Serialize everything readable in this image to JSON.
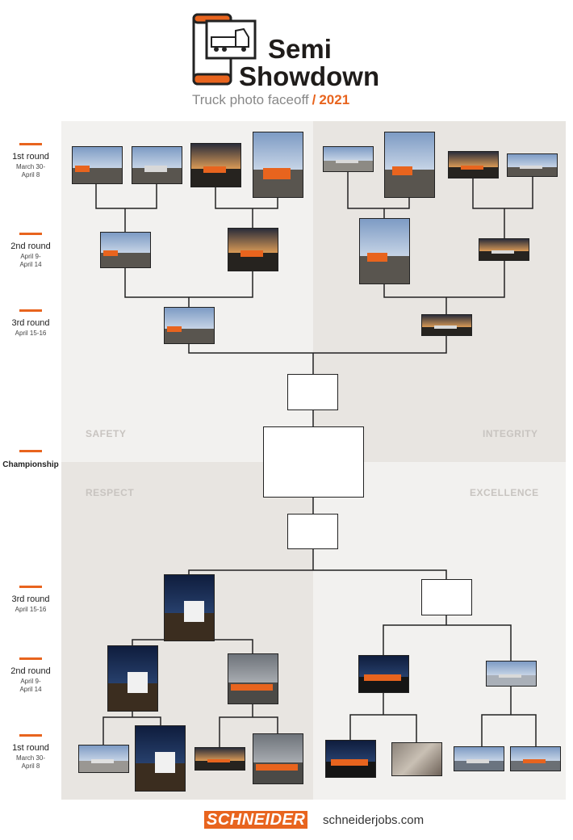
{
  "header": {
    "title_line1": "Semi",
    "title_line2": "Showdown",
    "tagline": "Truck photo faceoff",
    "separator": "/",
    "year": "2021",
    "icon": "phone-truck-icon"
  },
  "quadrants": {
    "top_left": "SAFETY",
    "top_right": "INTEGRITY",
    "bottom_left": "RESPECT",
    "bottom_right": "EXCELLENCE"
  },
  "rounds": {
    "r1_top": {
      "title": "1st round",
      "line1": "March 30-",
      "line2": "April 8"
    },
    "r2_top": {
      "title": "2nd round",
      "line1": "April 9-",
      "line2": "April 14"
    },
    "r3_top": {
      "title": "3rd round",
      "line1": "April 15-16"
    },
    "championship": {
      "title": "Championship"
    },
    "r3_bottom": {
      "title": "3rd round",
      "line1": "April 15-16"
    },
    "r2_bottom": {
      "title": "2nd round",
      "line1": "April 9-",
      "line2": "April 14"
    },
    "r1_bottom": {
      "title": "1st round",
      "line1": "March 30-",
      "line2": "April 8"
    }
  },
  "footer": {
    "logo": "SCHNEIDER",
    "url": "schneiderjobs.com"
  },
  "colors": {
    "accent": "#e8641e",
    "quad_light": "#f2f1ef",
    "quad_dark": "#e8e5e1"
  }
}
